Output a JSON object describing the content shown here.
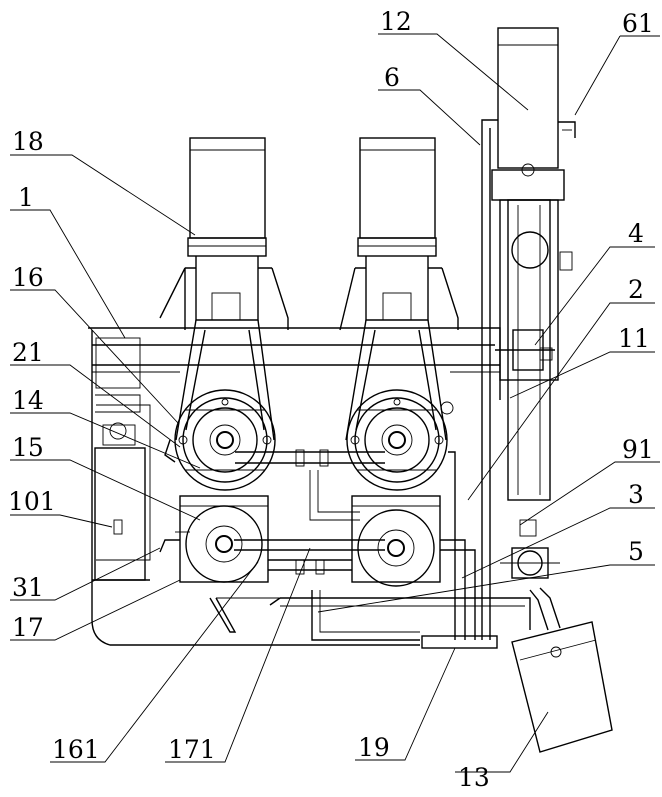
{
  "figure": {
    "labels": [
      {
        "id": "12",
        "text": "12"
      },
      {
        "id": "61",
        "text": "61"
      },
      {
        "id": "6",
        "text": "6"
      },
      {
        "id": "18",
        "text": "18"
      },
      {
        "id": "1",
        "text": "1"
      },
      {
        "id": "4",
        "text": "4"
      },
      {
        "id": "16",
        "text": "16"
      },
      {
        "id": "2",
        "text": "2"
      },
      {
        "id": "21",
        "text": "21"
      },
      {
        "id": "11",
        "text": "11"
      },
      {
        "id": "14",
        "text": "14"
      },
      {
        "id": "15",
        "text": "15"
      },
      {
        "id": "91",
        "text": "91"
      },
      {
        "id": "101",
        "text": "101"
      },
      {
        "id": "3",
        "text": "3"
      },
      {
        "id": "5",
        "text": "5"
      },
      {
        "id": "31",
        "text": "31"
      },
      {
        "id": "17",
        "text": "17"
      },
      {
        "id": "161",
        "text": "161"
      },
      {
        "id": "171",
        "text": "171"
      },
      {
        "id": "19",
        "text": "19"
      },
      {
        "id": "13",
        "text": "13"
      }
    ]
  }
}
